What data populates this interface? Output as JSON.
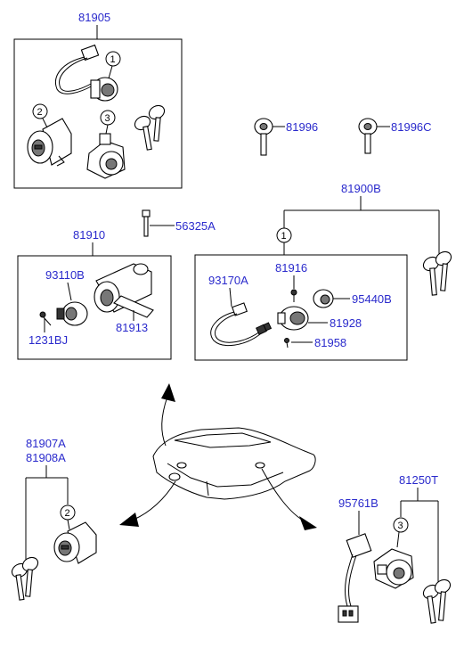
{
  "labels": {
    "p81905": "81905",
    "p81996": "81996",
    "p81996c": "81996C",
    "p81900b": "81900B",
    "p56325a": "56325A",
    "p81910": "81910",
    "p93110b": "93110B",
    "p1231bj": "1231BJ",
    "p81913": "81913",
    "p93170a": "93170A",
    "p81916": "81916",
    "p95440b": "95440B",
    "p81928": "81928",
    "p81958": "81958",
    "p81907a": "81907A",
    "p81908a": "81908A",
    "p95761b": "95761B",
    "p81250t": "81250T"
  },
  "callouts": {
    "c1_top": "1",
    "c2_top": "2",
    "c3_top": "3",
    "c1_right": "1",
    "c2_left": "2",
    "c3_right": "3"
  },
  "colors": {
    "label": "#2a2acc",
    "line": "#000000",
    "background": "#ffffff"
  }
}
